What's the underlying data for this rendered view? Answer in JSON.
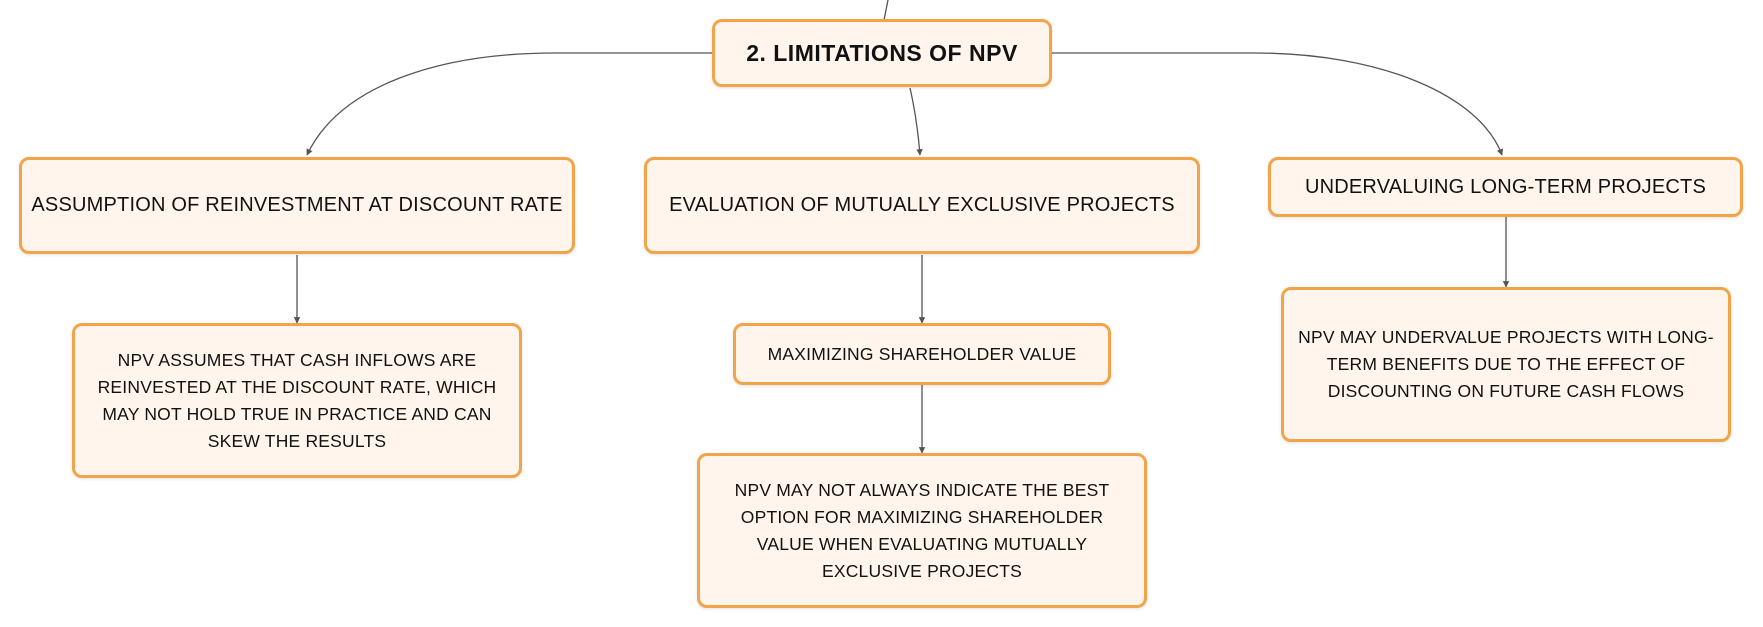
{
  "diagram": {
    "root": {
      "label": "2. LIMITATIONS OF NPV"
    },
    "branches": [
      {
        "label": "ASSUMPTION OF REINVESTMENT AT DISCOUNT RATE",
        "children": [
          {
            "label": "NPV ASSUMES THAT CASH INFLOWS ARE REINVESTED AT THE DISCOUNT RATE, WHICH MAY NOT HOLD TRUE IN PRACTICE AND CAN SKEW THE RESULTS"
          }
        ]
      },
      {
        "label": "EVALUATION OF MUTUALLY EXCLUSIVE PROJECTS",
        "children": [
          {
            "label": "MAXIMIZING SHAREHOLDER VALUE",
            "children": [
              {
                "label": "NPV MAY NOT ALWAYS INDICATE THE BEST OPTION FOR MAXIMIZING SHAREHOLDER VALUE WHEN EVALUATING MUTUALLY EXCLUSIVE PROJECTS"
              }
            ]
          }
        ]
      },
      {
        "label": "UNDERVALUING LONG-TERM PROJECTS",
        "children": [
          {
            "label": "NPV MAY UNDERVALUE PROJECTS WITH LONG-TERM BENEFITS DUE TO THE EFFECT OF DISCOUNTING ON FUTURE CASH FLOWS"
          }
        ]
      }
    ]
  },
  "colors": {
    "node_border": "#f2a44a",
    "node_fill": "#fff5ec",
    "connector": "#555555"
  }
}
